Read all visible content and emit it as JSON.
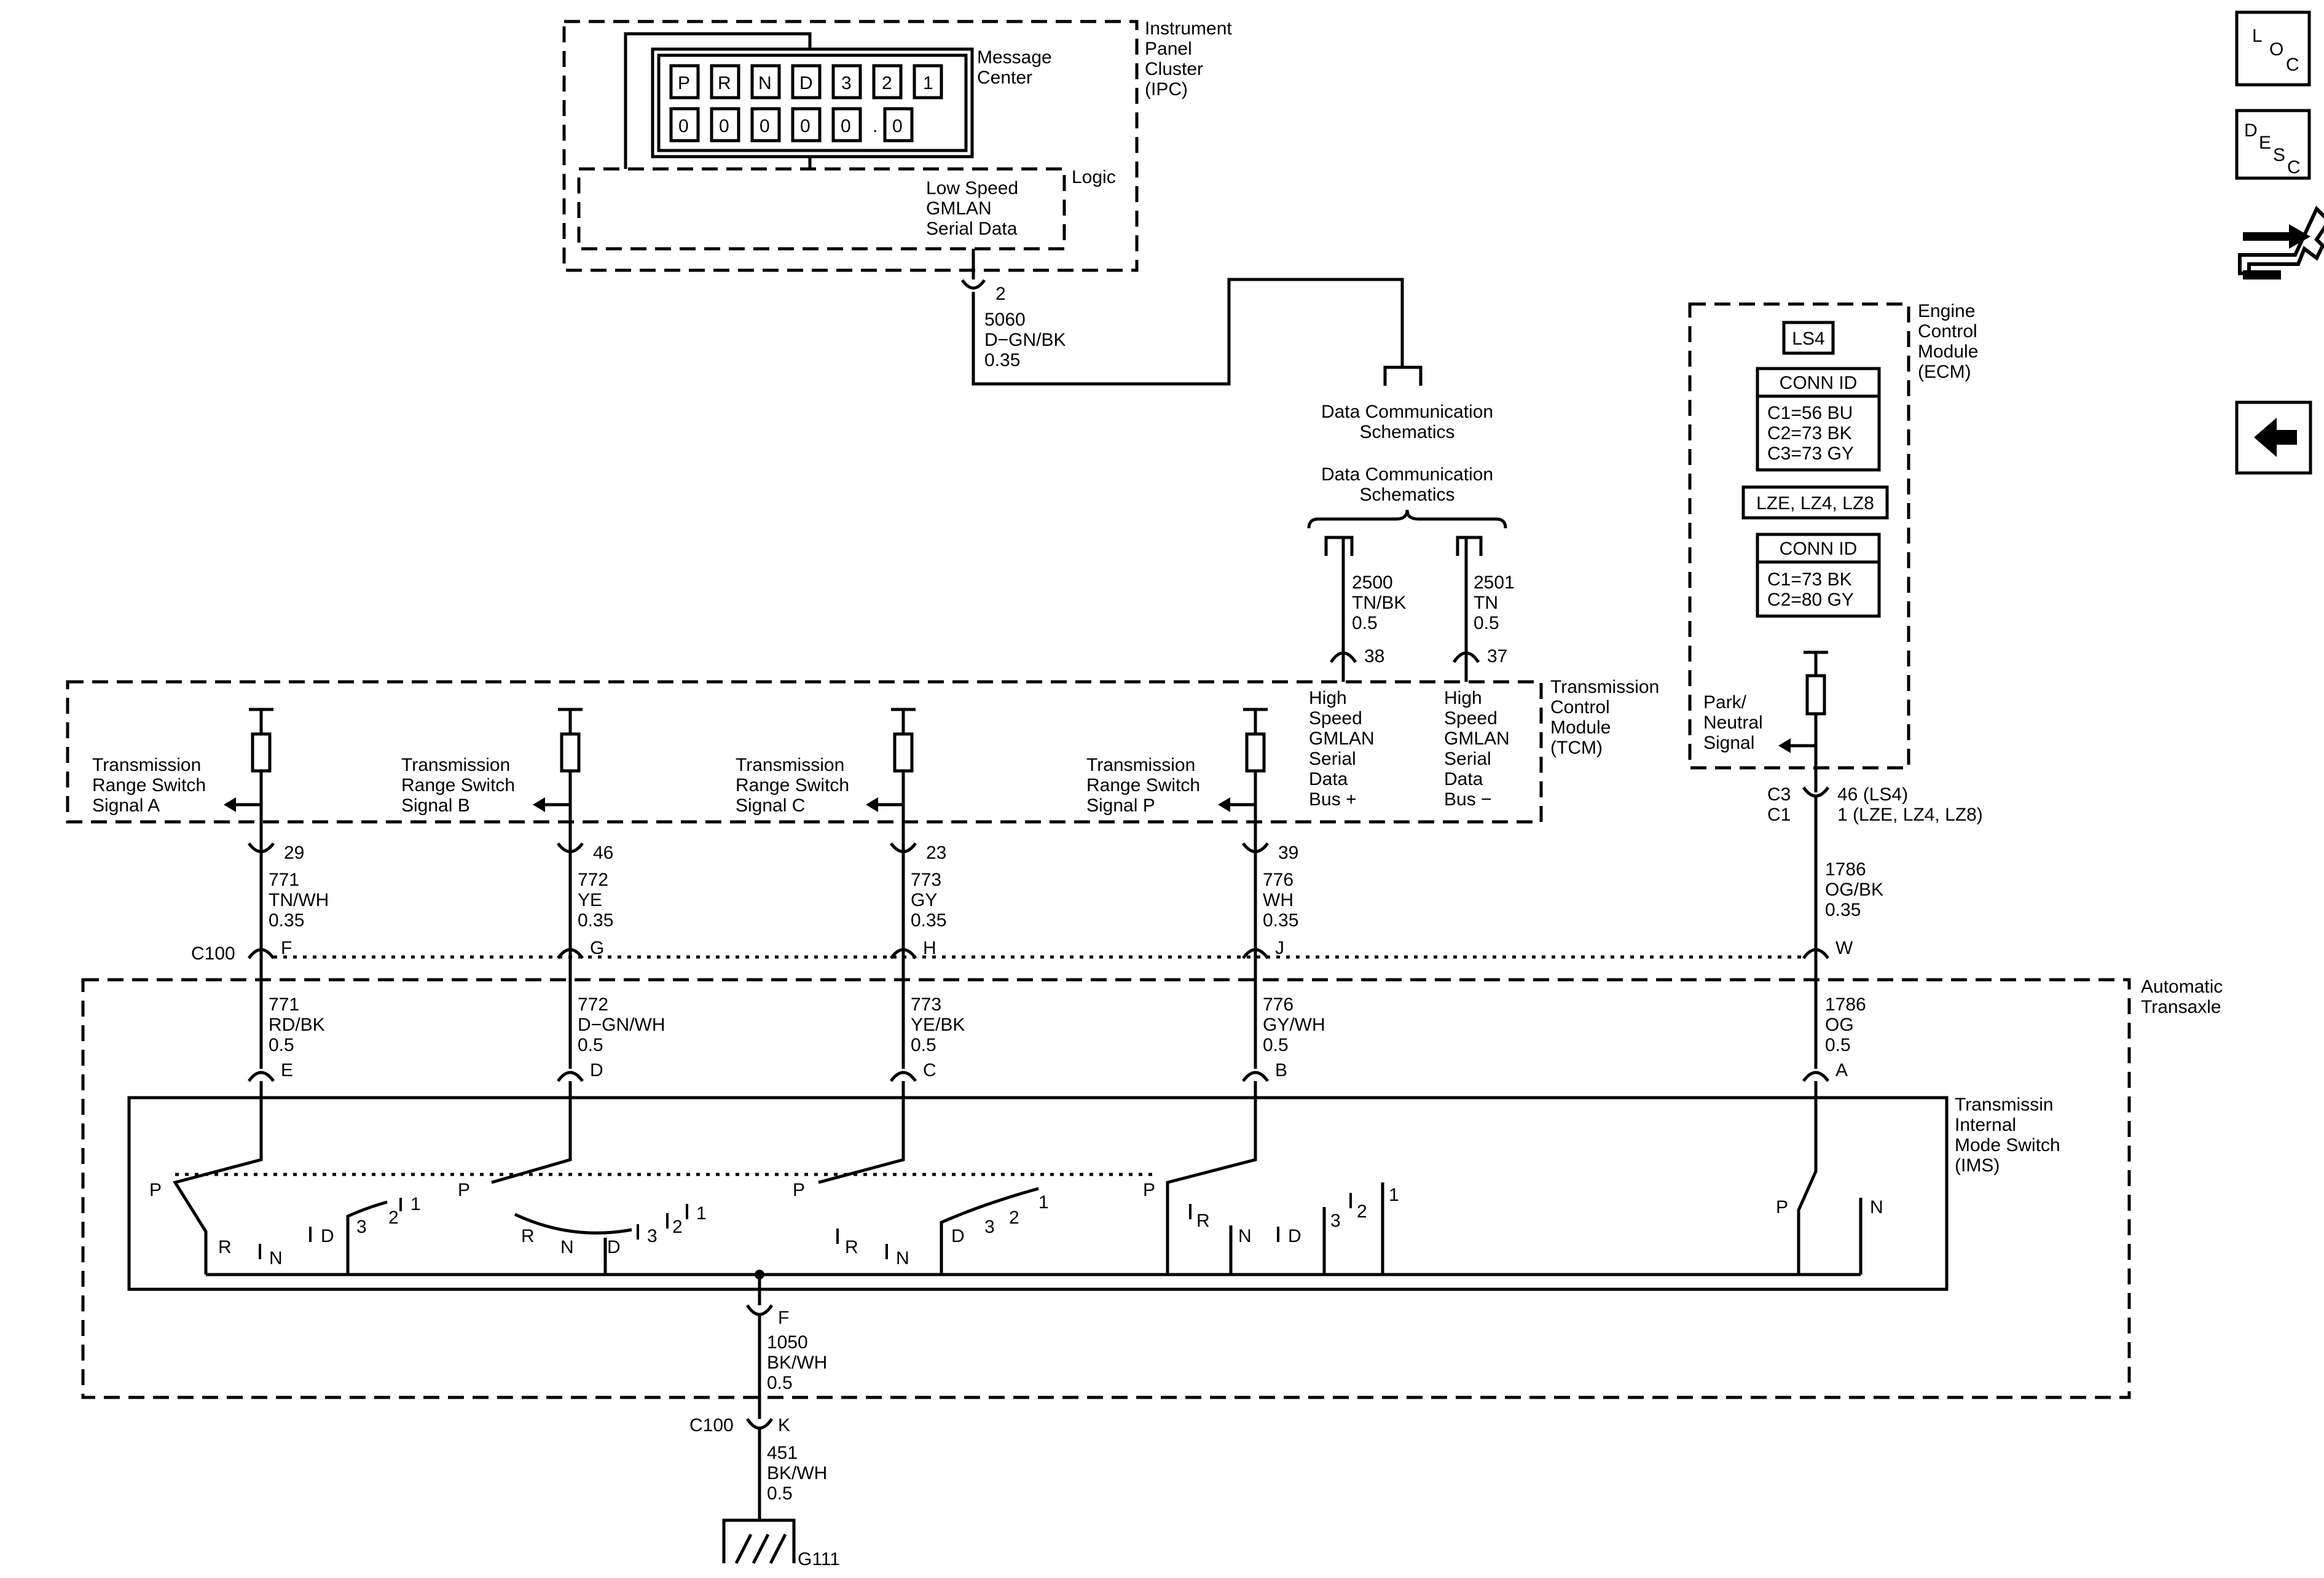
{
  "ipc": {
    "box_label": [
      "Instrument",
      "Panel",
      "Cluster",
      "(IPC)"
    ],
    "message_center_label": [
      "Message",
      "Center"
    ],
    "prnd_chars": [
      "P",
      "R",
      "N",
      "D",
      "3",
      "2",
      "1"
    ],
    "odo_chars": [
      "0",
      "0",
      "0",
      "0",
      "0",
      ".",
      "0"
    ],
    "logic_label": "Logic",
    "serial_label": [
      "Low Speed",
      "GMLAN",
      "Serial Data"
    ],
    "pin": "2",
    "wire": [
      "5060",
      "D−GN/BK",
      "0.35"
    ]
  },
  "datacomm": {
    "top_label": [
      "Data Communication",
      "Schematics"
    ],
    "lower_label": [
      "Data Communication",
      "Schematics"
    ],
    "wire_plus": [
      "2500",
      "TN/BK",
      "0.5"
    ],
    "wire_minus": [
      "2501",
      "TN",
      "0.5"
    ],
    "pin_plus": "38",
    "pin_minus": "37"
  },
  "tcm": {
    "box_label": [
      "Transmission",
      "Control",
      "Module",
      "(TCM)"
    ],
    "bus_plus": [
      "High",
      "Speed",
      "GMLAN",
      "Serial",
      "Data",
      "Bus +"
    ],
    "bus_minus": [
      "High",
      "Speed",
      "GMLAN",
      "Serial",
      "Data",
      "Bus −"
    ],
    "signals": [
      {
        "label": [
          "Transmission",
          "Range Switch",
          "Signal A"
        ],
        "pin": "29",
        "wire_top": [
          "771",
          "TN/WH",
          "0.35"
        ],
        "c100": "F",
        "wire_bottom": [
          "771",
          "RD/BK",
          "0.5"
        ],
        "ims_pin": "E"
      },
      {
        "label": [
          "Transmission",
          "Range Switch",
          "Signal B"
        ],
        "pin": "46",
        "wire_top": [
          "772",
          "YE",
          "0.35"
        ],
        "c100": "G",
        "wire_bottom": [
          "772",
          "D−GN/WH",
          "0.5"
        ],
        "ims_pin": "D"
      },
      {
        "label": [
          "Transmission",
          "Range Switch",
          "Signal C"
        ],
        "pin": "23",
        "wire_top": [
          "773",
          "GY",
          "0.35"
        ],
        "c100": "H",
        "wire_bottom": [
          "773",
          "YE/BK",
          "0.5"
        ],
        "ims_pin": "C"
      },
      {
        "label": [
          "Transmission",
          "Range Switch",
          "Signal P"
        ],
        "pin": "39",
        "wire_top": [
          "776",
          "WH",
          "0.35"
        ],
        "c100": "J",
        "wire_bottom": [
          "776",
          "GY/WH",
          "0.5"
        ],
        "ims_pin": "B"
      }
    ]
  },
  "ecm": {
    "box_label": [
      "Engine",
      "Control",
      "Module",
      "(ECM)"
    ],
    "ls4_label": "LS4",
    "conn_id_1_title": "CONN ID",
    "conn_id_1_lines": [
      "C1=56 BU",
      "C2=73 BK",
      "C3=73 GY"
    ],
    "variants_label": "LZE, LZ4, LZ8",
    "conn_id_2_title": "CONN ID",
    "conn_id_2_lines": [
      "C1=73 BK",
      "C2=80 GY"
    ],
    "signal_label": [
      "Park/",
      "Neutral",
      "Signal"
    ],
    "connector_left": [
      "C3",
      "C1"
    ],
    "connector_right": [
      "46 (LS4)",
      "1 (LZE, LZ4, LZ8)"
    ],
    "wire_top": [
      "1786",
      "OG/BK",
      "0.35"
    ],
    "c100": "W",
    "wire_bottom": [
      "1786",
      "OG",
      "0.5"
    ],
    "ims_pin": "A"
  },
  "transaxle": {
    "box_label": [
      "Automatic",
      "Transaxle"
    ],
    "c100_label": "C100",
    "ims_label": [
      "Transmissin",
      "Internal",
      "Mode Switch",
      "(IMS)"
    ],
    "switch_a": [
      "P",
      "R",
      "N",
      "D",
      "3",
      "2",
      "1"
    ],
    "switch_b": [
      "P",
      "R",
      "N",
      "D",
      "3",
      "2",
      "1"
    ],
    "switch_c": [
      "P",
      "R",
      "N",
      "D",
      "3",
      "2",
      "1"
    ],
    "switch_p": [
      "P",
      "R",
      "N",
      "D",
      "3",
      "2",
      "1"
    ],
    "switch_pn": [
      "P",
      "N"
    ],
    "ground_pin": "F",
    "ground_wire": [
      "1050",
      "BK/WH",
      "0.5"
    ]
  },
  "ground": {
    "c100_label": "C100",
    "c100_pin": "K",
    "wire": [
      "451",
      "BK/WH",
      "0.5"
    ],
    "ground_label": "G111"
  },
  "nav": {
    "loc": [
      "L",
      "O",
      "C"
    ],
    "desc": [
      "D",
      "E",
      "S",
      "C"
    ]
  }
}
